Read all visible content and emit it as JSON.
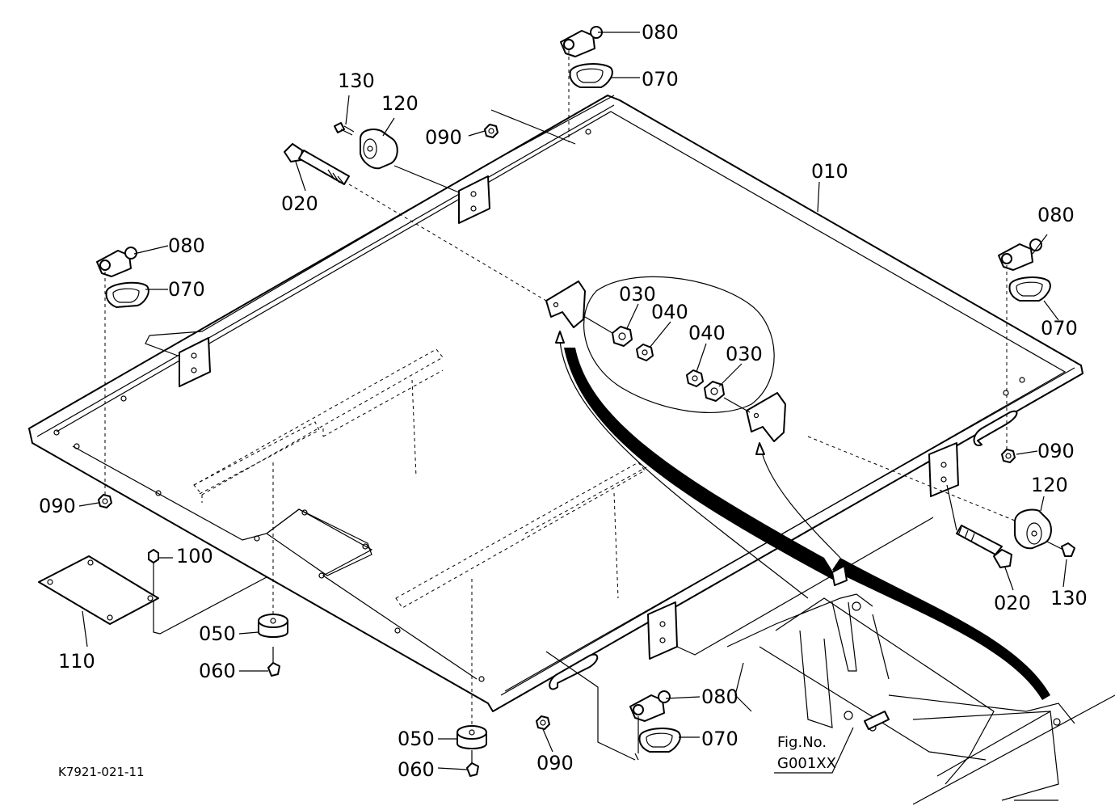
{
  "labels": {
    "p010": "010",
    "p020_top": "020",
    "p020_right": "020",
    "p030_a": "030",
    "p030_b": "030",
    "p040_a": "040",
    "p040_b": "040",
    "p050_a": "050",
    "p050_b": "050",
    "p060_a": "060",
    "p060_b": "060",
    "p070_top": "070",
    "p070_left": "070",
    "p070_right": "070",
    "p070_bottom": "070",
    "p080_top": "080",
    "p080_left": "080",
    "p080_right": "080",
    "p080_bottom": "080",
    "p090_top": "090",
    "p090_left": "090",
    "p090_right": "090",
    "p090_bottom": "090",
    "p100": "100",
    "p110": "110",
    "p120_top": "120",
    "p120_right": "120",
    "p130_top": "130",
    "p130_right": "130"
  },
  "drawing_code": "K7921-021-11",
  "fig_ref": {
    "line1": "Fig.No.",
    "line2": "G001XX"
  },
  "colors": {
    "ink": "#000000",
    "paper": "#ffffff"
  }
}
